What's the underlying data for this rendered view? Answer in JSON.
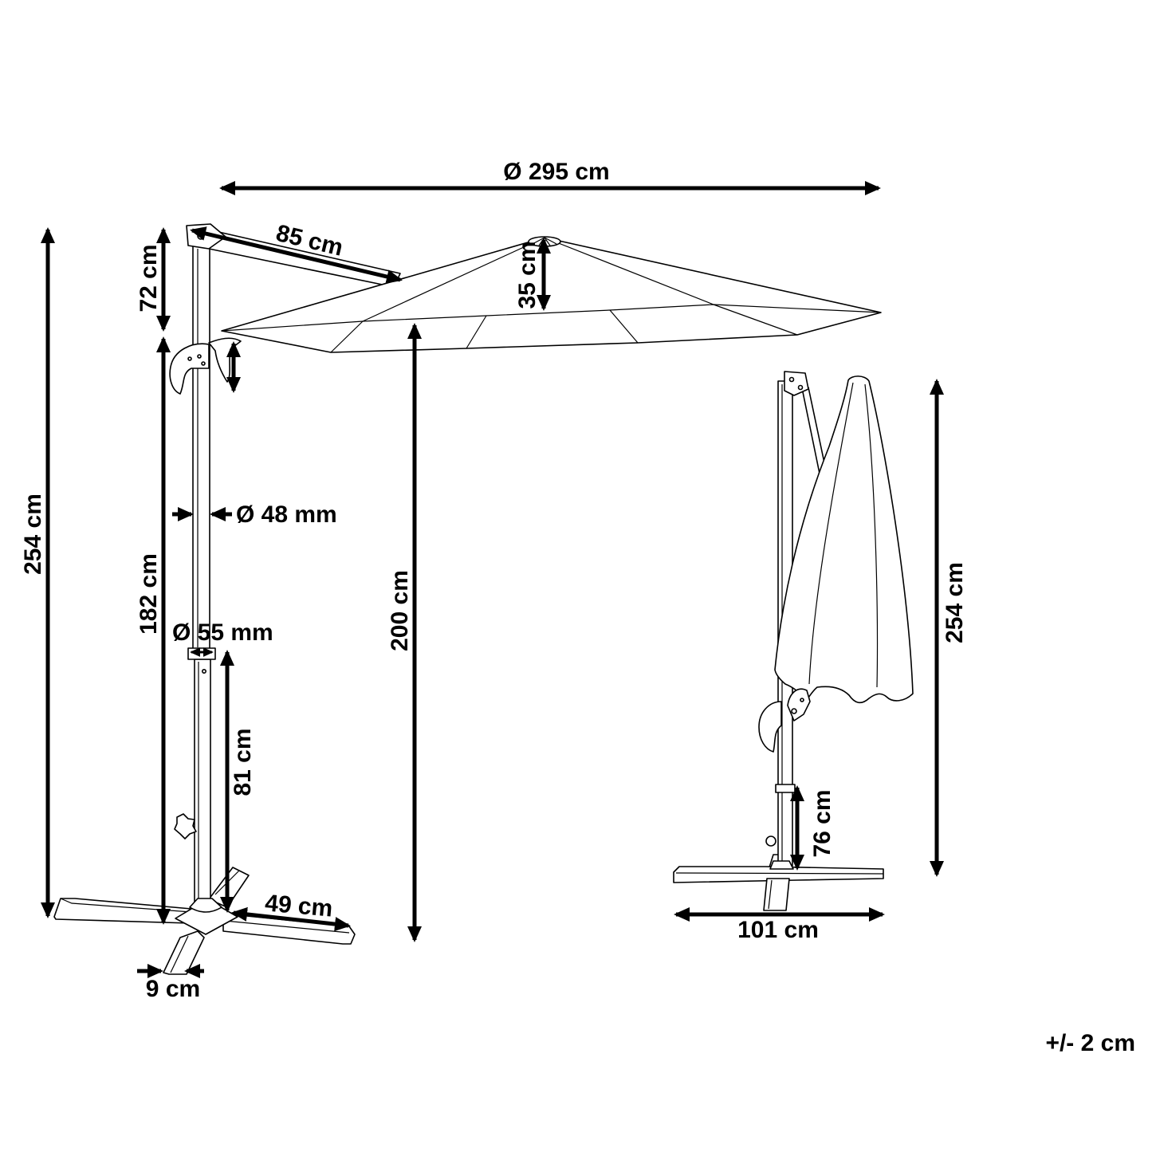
{
  "dimensions": {
    "canopy_diameter": "Ø 295 cm",
    "arm_length": "85 cm",
    "top_height": "72 cm",
    "canopy_height": "35 cm",
    "total_height_open": "254 cm",
    "lower_height": "182 cm",
    "pole_diameter_upper": "Ø 48 mm",
    "clearance_height": "200 cm",
    "pole_diameter_lower": "Ø 55 mm",
    "base_pole_height": "81 cm",
    "base_foot_length": "49 cm",
    "base_foot_width": "9 cm",
    "total_height_closed": "254 cm",
    "closed_base_pole_height": "76 cm",
    "base_width": "101 cm",
    "tolerance": "+/- 2 cm"
  }
}
